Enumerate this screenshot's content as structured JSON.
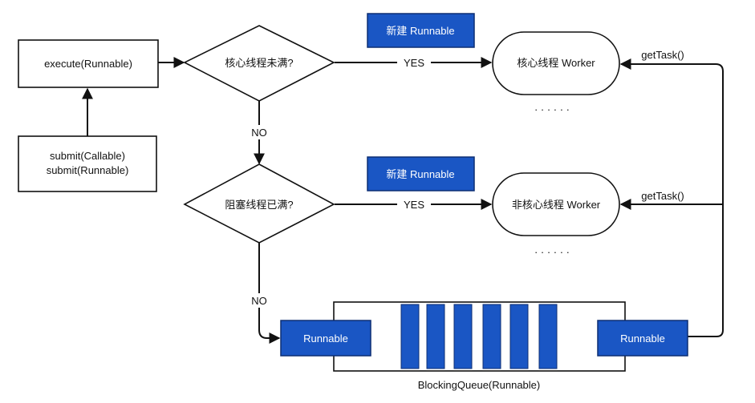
{
  "nodes": {
    "execute": "execute(Runnable)",
    "submit_line1": "submit(Callable)",
    "submit_line2": "submit(Runnable)",
    "decision_core": "核心线程未满?",
    "decision_queue": "阻塞线程已满?",
    "new_runnable_top": "新建 Runnable",
    "new_runnable_mid": "新建 Runnable",
    "core_worker": "核心线程 Worker",
    "noncore_worker": "非核心线程 Worker",
    "ellipsis_top": "· · · · · ·",
    "ellipsis_bottom": "· · · · · ·",
    "queue_in": "Runnable",
    "queue_out": "Runnable",
    "queue_label": "BlockingQueue(Runnable)"
  },
  "edges": {
    "yes_top": "YES",
    "yes_bottom": "YES",
    "no_top": "NO",
    "no_bottom": "NO",
    "gettask_top": "getTask()",
    "gettask_bottom": "getTask()"
  },
  "colors": {
    "accent": "#1a56c4",
    "stroke": "#111111",
    "background": "#ffffff"
  }
}
